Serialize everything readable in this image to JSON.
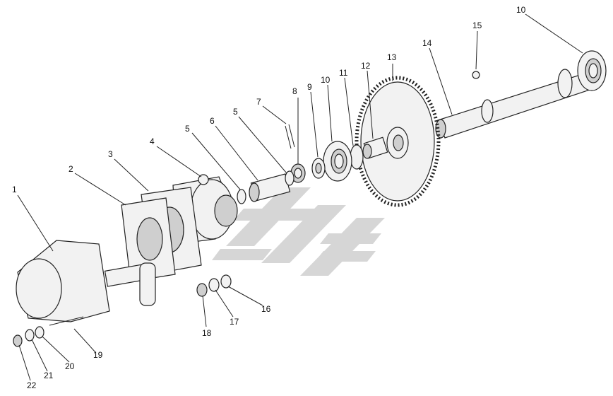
{
  "diagram": {
    "callouts": [
      "1",
      "2",
      "3",
      "4",
      "5",
      "5",
      "6",
      "7",
      "8",
      "9",
      "10",
      "10",
      "11",
      "12",
      "13",
      "14",
      "15",
      "16",
      "17",
      "18",
      "19",
      "20",
      "21",
      "22"
    ]
  },
  "colors": {
    "watermark": "#d4d4d4",
    "ink": "#222222"
  }
}
